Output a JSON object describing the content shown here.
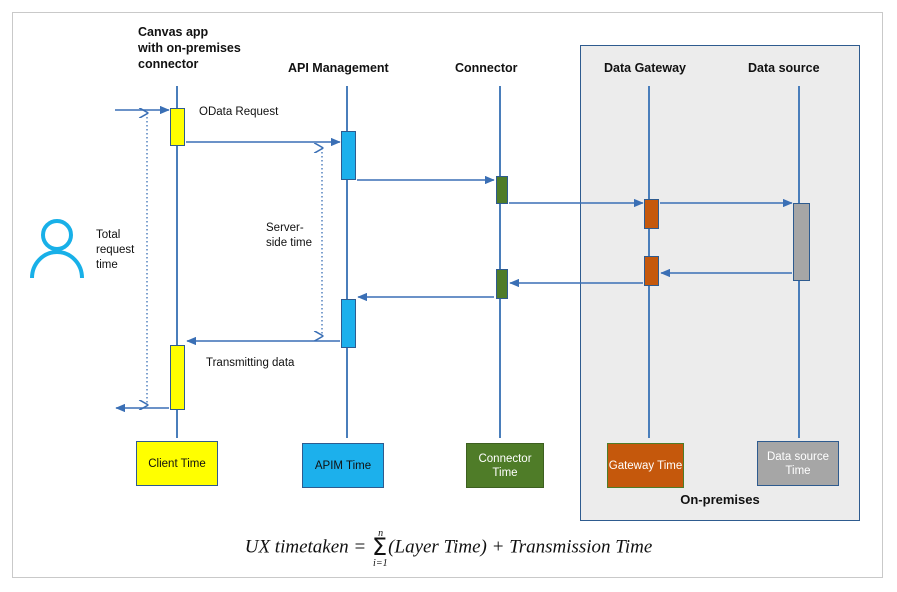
{
  "diagram": {
    "title_formula": {
      "lhs": "UX timetaken",
      "equals": "=",
      "sigma_upper": "n",
      "sigma_lower": "i=1",
      "term1": "(Layer Time)",
      "plus": "+",
      "term2": "Transmission Time"
    },
    "columns": [
      {
        "id": "client",
        "label": "Canvas app\nwith on-premises\nconnector"
      },
      {
        "id": "apim",
        "label": "API Management"
      },
      {
        "id": "connector",
        "label": "Connector"
      },
      {
        "id": "gateway",
        "label": "Data Gateway"
      },
      {
        "id": "datasource",
        "label": "Data source"
      }
    ],
    "region": {
      "label": "On-premises"
    },
    "annotations": [
      {
        "id": "total-request-time",
        "label": "Total\nrequest\ntime"
      },
      {
        "id": "odata-request",
        "label": "OData Request"
      },
      {
        "id": "server-side-time",
        "label": "Server-\nside time"
      },
      {
        "id": "transmitting-data",
        "label": "Transmitting data"
      }
    ],
    "legend": [
      {
        "id": "client-time",
        "label": "Client Time",
        "fill": "#ffff00"
      },
      {
        "id": "apim-time",
        "label": "APIM Time",
        "fill": "#1cb0ec"
      },
      {
        "id": "connector-time",
        "label": "Connector\nTime",
        "fill": "#4f7c28"
      },
      {
        "id": "gateway-time",
        "label": "Gateway\nTime",
        "fill": "#c5580c"
      },
      {
        "id": "datasource-time",
        "label": "Data source\nTime",
        "fill": "#a6a6a6"
      }
    ],
    "colors": {
      "lifeline": "#4a7ebb",
      "arrow": "#3a6fb5",
      "activation_border": "#2e5b8f",
      "region_fill": "#ececec",
      "region_border": "#2e5b8f",
      "actor": "#18b0e8"
    }
  }
}
